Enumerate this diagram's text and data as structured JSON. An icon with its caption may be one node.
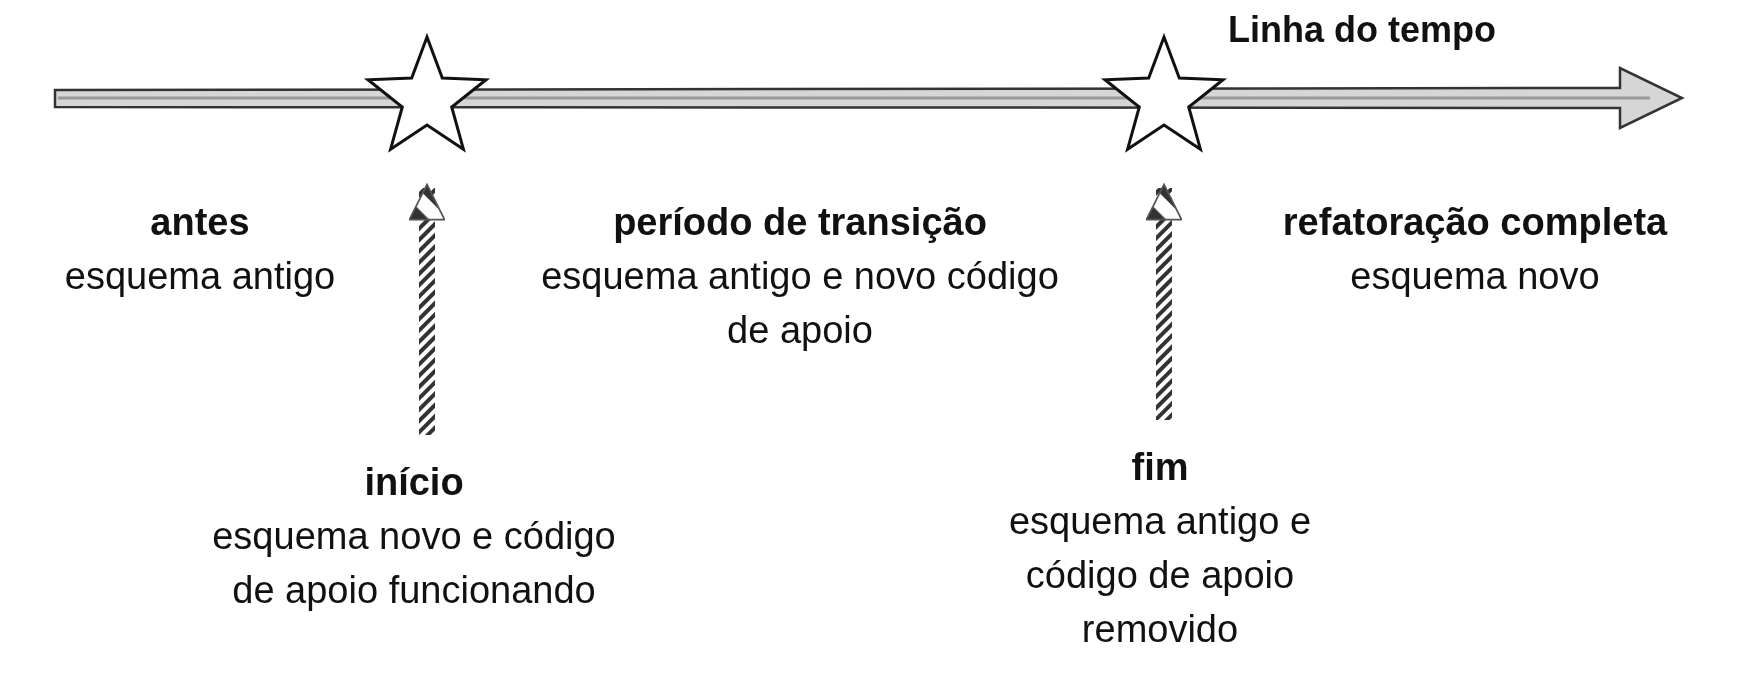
{
  "diagram": {
    "nodes": [
      {
        "text": [
          "antes",
          "esquema antigo"
        ]
      },
      {
        "text": [],
        "shape": "star"
      },
      {
        "text": [
          "período de transição",
          "esquema antigo e novo código de apoio"
        ]
      },
      {
        "text": [],
        "shape": "star"
      },
      {
        "text": [
          "refatoração completa",
          "esquema novo"
        ]
      },
      {
        "text": [
          "início",
          "esquema novo e código de apoio funcionando"
        ]
      },
      {
        "text": [
          "fim",
          "esquema antigo e código de apoio removido"
        ]
      }
    ],
    "edges": [
      {
        "from": 5,
        "to": 1,
        "arrow": "to"
      },
      {
        "from": 6,
        "to": 3,
        "arrow": "to"
      }
    ],
    "labels": [
      "Linha do tempo"
    ]
  }
}
